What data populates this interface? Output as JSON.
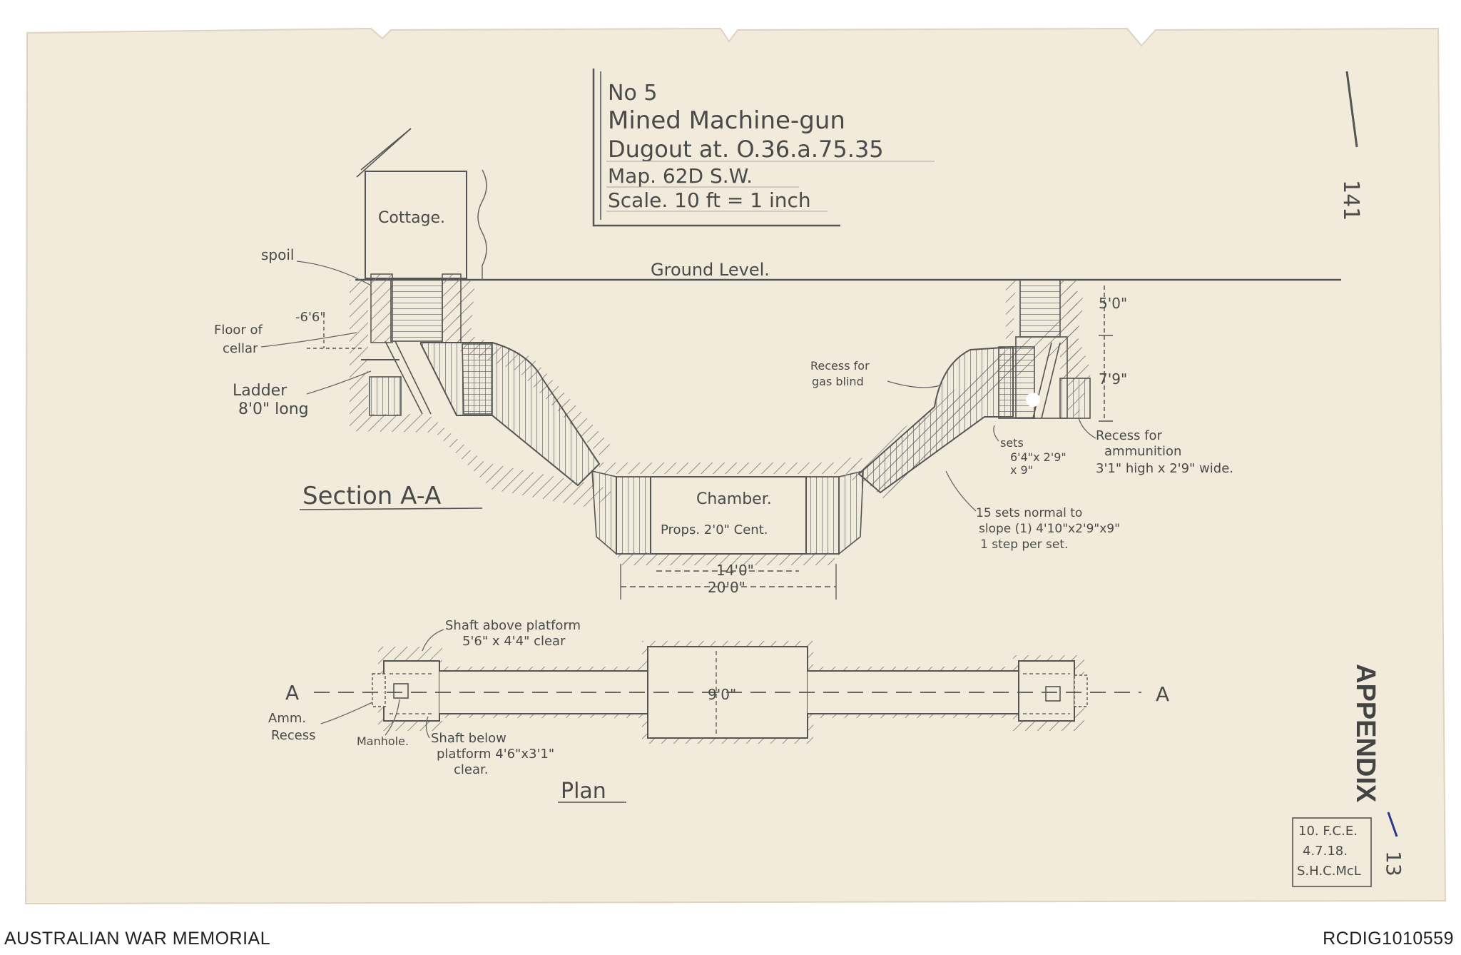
{
  "colors": {
    "paper": "#f2ebdb",
    "pencil": "#555555",
    "ink": "#333333",
    "background": "#ffffff"
  },
  "title_block": {
    "number": "No 5",
    "line1": "Mined Machine-gun",
    "line2": "Dugout at. O.36.a.75.35",
    "line3": "Map. 62D S.W.",
    "line4": "Scale. 10 ft = 1 inch"
  },
  "section": {
    "label": "Section A-A",
    "cottage": "Cottage.",
    "ground_level": "Ground Level.",
    "spoil": "spoil",
    "depth_6_6": "-6'6\"",
    "floor_of_cellar_1": "Floor of",
    "floor_of_cellar_2": "cellar",
    "ladder_1": "Ladder",
    "ladder_2": "8'0\" long",
    "dim_5_0": "5'0\"",
    "dim_7_9": "7'9\"",
    "recess_gas_1": "Recess for",
    "recess_gas_2": "gas blind",
    "recess_ammo_1": "Recess for",
    "recess_ammo_2": "ammunition",
    "recess_ammo_3": "3'1\" high x 2'9\" wide.",
    "sets_1": "sets",
    "sets_2": "6'4\"x 2'9\"",
    "sets_3": "x 9\"",
    "sets_normal_1": "15 sets normal to",
    "sets_normal_2": "slope (1) 4'10\"x2'9\"x9\"",
    "sets_normal_3": "1 step per set.",
    "chamber": "Chamber.",
    "props": "Props. 2'0\" Cent.",
    "dim_14_0": "14'0\"",
    "dim_20_0": "20'0\""
  },
  "plan": {
    "label": "Plan",
    "section_marker_left": "A",
    "section_marker_right": "A",
    "shaft_above_1": "Shaft above platform",
    "shaft_above_2": "5'6\" x 4'4\" clear",
    "amm_recess_1": "Amm.",
    "amm_recess_2": "Recess",
    "manhole": "Manhole.",
    "shaft_below_1": "Shaft below",
    "shaft_below_2": "platform 4'6\"x3'1\"",
    "shaft_below_3": "clear.",
    "width": "9'0\""
  },
  "margin": {
    "appendix": "APPENDIX",
    "page_number": "141",
    "stamp_line1": "10. F.C.E.",
    "stamp_line2": "4.7.18.",
    "stamp_line3": "S.H.C.McL",
    "stamp_side": "13"
  },
  "footer": {
    "left": "AUSTRALIAN WAR MEMORIAL",
    "right": "RCDIG1010559"
  }
}
